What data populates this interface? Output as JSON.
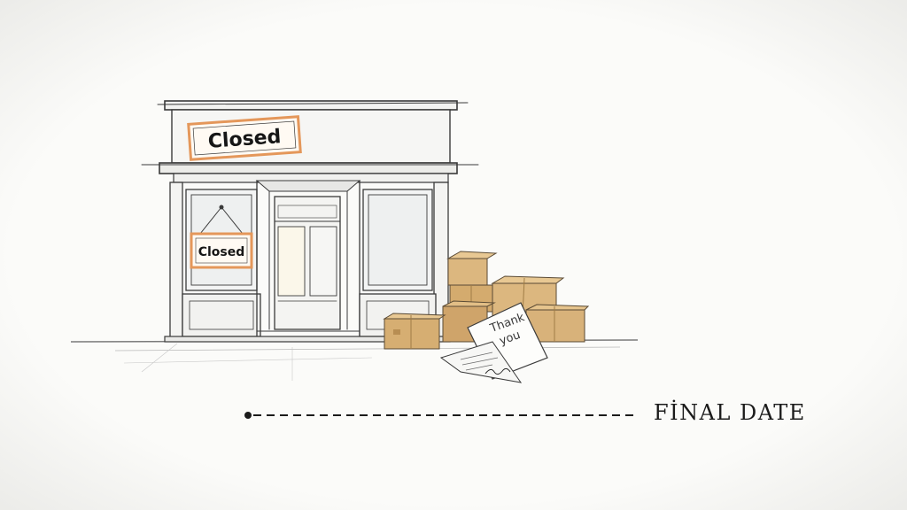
{
  "signs": {
    "top_sign": "Closed",
    "window_sign": "Closed"
  },
  "note": {
    "line1": "Thank",
    "line2": "you"
  },
  "timeline": {
    "label": "FİNAL DATE"
  },
  "colors": {
    "background": "#fbfbf9",
    "ink": "#2a2a2a",
    "sign_border": "#e4975a",
    "box_fill": "#d8b27a",
    "box_shade": "#b78d52"
  }
}
